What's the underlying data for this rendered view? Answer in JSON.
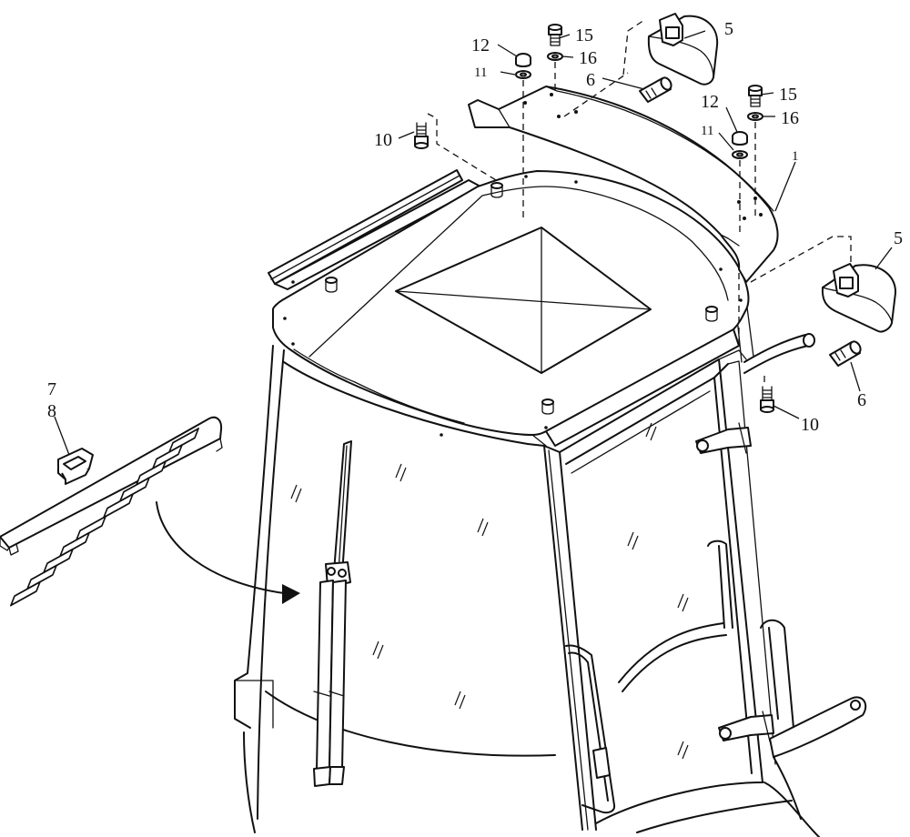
{
  "callouts": {
    "c1": "1",
    "c5a": "5",
    "c5b": "5",
    "c6a": "6",
    "c6b": "6",
    "c7": "7",
    "c8": "8",
    "c10a": "10",
    "c10b": "10",
    "c11a": "11",
    "c11b": "11",
    "c12a": "12",
    "c12b": "12",
    "c15a": "15",
    "c15b": "15",
    "c16a": "16",
    "c16b": "16"
  }
}
